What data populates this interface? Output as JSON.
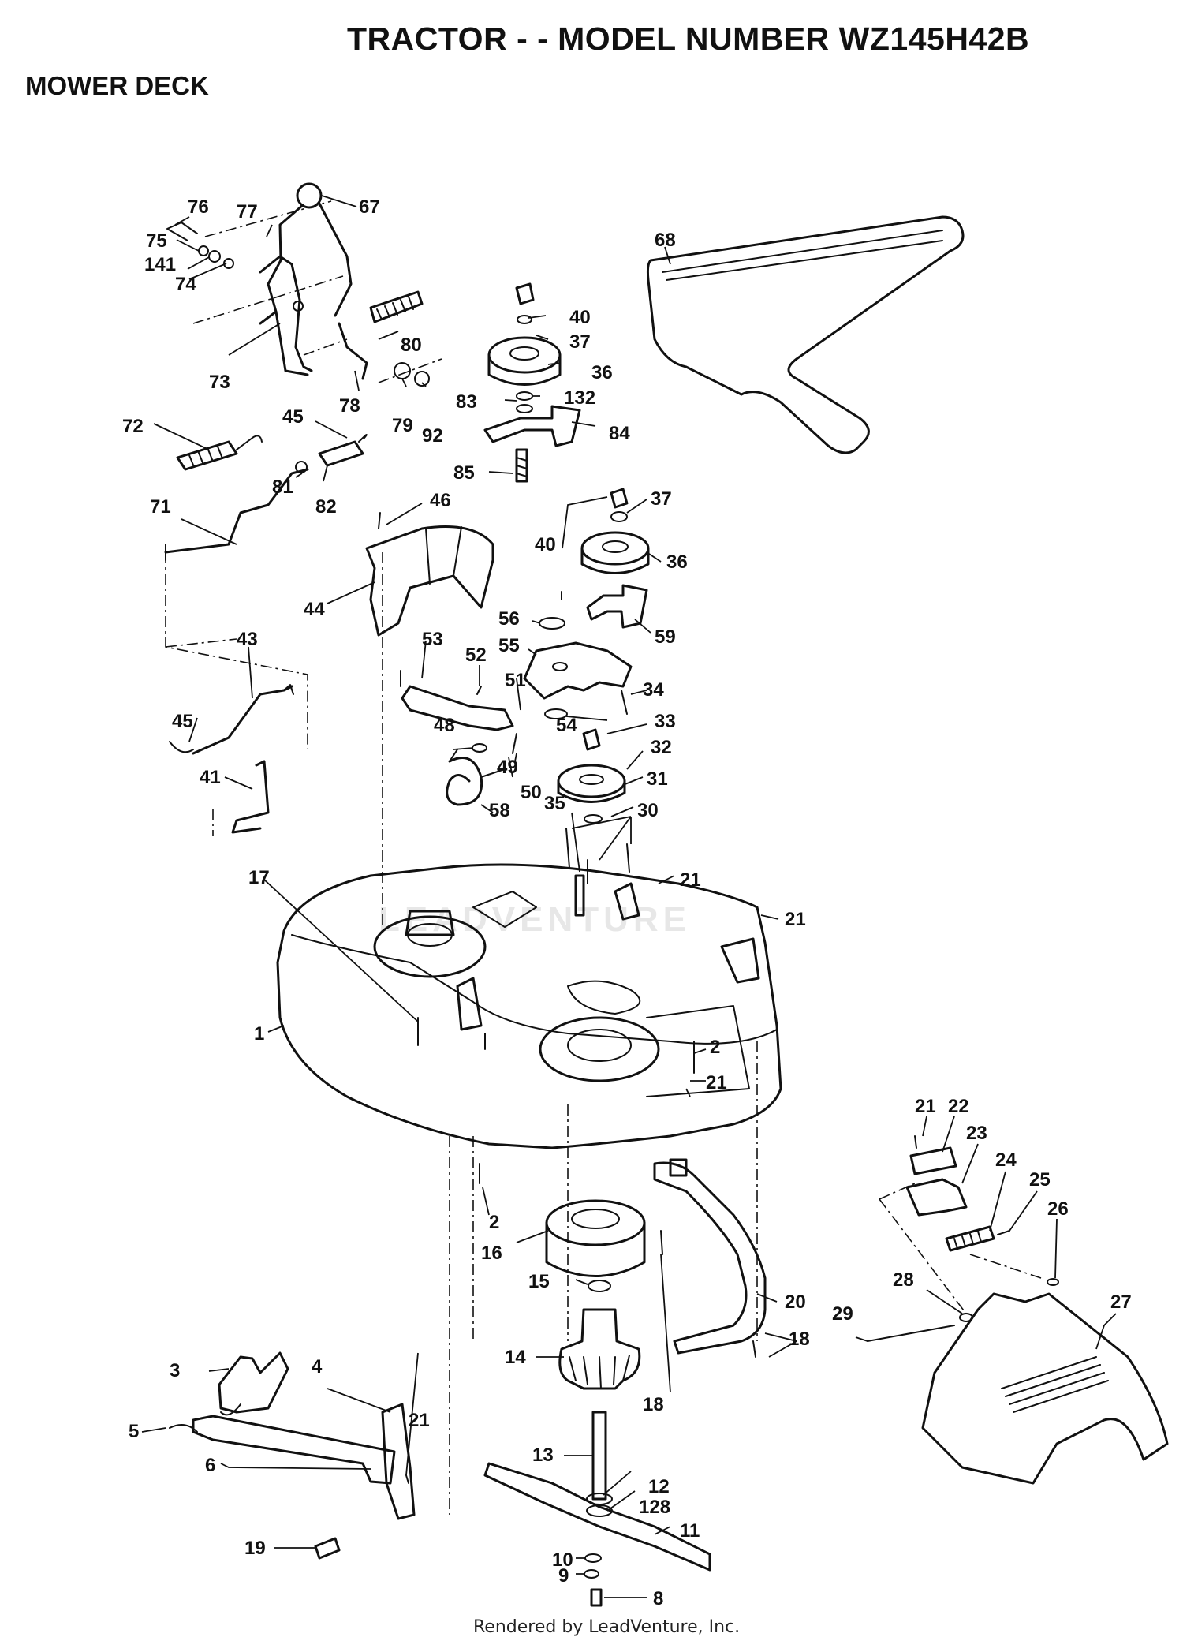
{
  "header": {
    "title": "TRACTOR - - MODEL NUMBER WZ145H42B",
    "subtitle": "MOWER DECK"
  },
  "watermark": "LEADVENTURE",
  "footer": "Rendered by LeadVenture, Inc.",
  "callouts": [
    {
      "id": "c67",
      "text": "67"
    },
    {
      "id": "c76",
      "text": "76"
    },
    {
      "id": "c77",
      "text": "77"
    },
    {
      "id": "c75",
      "text": "75"
    },
    {
      "id": "c141",
      "text": "141"
    },
    {
      "id": "c74",
      "text": "74"
    },
    {
      "id": "c73",
      "text": "73"
    },
    {
      "id": "c80",
      "text": "80"
    },
    {
      "id": "c78",
      "text": "78"
    },
    {
      "id": "c79",
      "text": "79"
    },
    {
      "id": "c92",
      "text": "92"
    },
    {
      "id": "c72",
      "text": "72"
    },
    {
      "id": "c45a",
      "text": "45"
    },
    {
      "id": "c81",
      "text": "81"
    },
    {
      "id": "c82",
      "text": "82"
    },
    {
      "id": "c71",
      "text": "71"
    },
    {
      "id": "c40a",
      "text": "40"
    },
    {
      "id": "c37a",
      "text": "37"
    },
    {
      "id": "c36a",
      "text": "36"
    },
    {
      "id": "c83",
      "text": "83"
    },
    {
      "id": "c132",
      "text": "132"
    },
    {
      "id": "c84",
      "text": "84"
    },
    {
      "id": "c85",
      "text": "85"
    },
    {
      "id": "c68",
      "text": "68"
    },
    {
      "id": "c46",
      "text": "46"
    },
    {
      "id": "c44",
      "text": "44"
    },
    {
      "id": "c37b",
      "text": "37"
    },
    {
      "id": "c40b",
      "text": "40"
    },
    {
      "id": "c36b",
      "text": "36"
    },
    {
      "id": "c56",
      "text": "56"
    },
    {
      "id": "c59",
      "text": "59"
    },
    {
      "id": "c55",
      "text": "55"
    },
    {
      "id": "c43",
      "text": "43"
    },
    {
      "id": "c53",
      "text": "53"
    },
    {
      "id": "c52",
      "text": "52"
    },
    {
      "id": "c51",
      "text": "51"
    },
    {
      "id": "c34",
      "text": "34"
    },
    {
      "id": "c54",
      "text": "54"
    },
    {
      "id": "c45b",
      "text": "45"
    },
    {
      "id": "c48",
      "text": "48"
    },
    {
      "id": "c33",
      "text": "33"
    },
    {
      "id": "c32",
      "text": "32"
    },
    {
      "id": "c49",
      "text": "49"
    },
    {
      "id": "c41",
      "text": "41"
    },
    {
      "id": "c50",
      "text": "50"
    },
    {
      "id": "c31",
      "text": "31"
    },
    {
      "id": "c30",
      "text": "30"
    },
    {
      "id": "c58",
      "text": "58"
    },
    {
      "id": "c35",
      "text": "35"
    },
    {
      "id": "c17",
      "text": "17"
    },
    {
      "id": "c21a",
      "text": "21"
    },
    {
      "id": "c21b",
      "text": "21"
    },
    {
      "id": "c1",
      "text": "1"
    },
    {
      "id": "c2a",
      "text": "2"
    },
    {
      "id": "c21c",
      "text": "21"
    },
    {
      "id": "c21d",
      "text": "21"
    },
    {
      "id": "c22",
      "text": "22"
    },
    {
      "id": "c23",
      "text": "23"
    },
    {
      "id": "c24",
      "text": "24"
    },
    {
      "id": "c25",
      "text": "25"
    },
    {
      "id": "c2b",
      "text": "2"
    },
    {
      "id": "c26",
      "text": "26"
    },
    {
      "id": "c16",
      "text": "16"
    },
    {
      "id": "c27",
      "text": "27"
    },
    {
      "id": "c28",
      "text": "28"
    },
    {
      "id": "c15",
      "text": "15"
    },
    {
      "id": "c20",
      "text": "20"
    },
    {
      "id": "c29",
      "text": "29"
    },
    {
      "id": "c14",
      "text": "14"
    },
    {
      "id": "c18a",
      "text": "18"
    },
    {
      "id": "c3",
      "text": "3"
    },
    {
      "id": "c4",
      "text": "4"
    },
    {
      "id": "c18b",
      "text": "18"
    },
    {
      "id": "c5",
      "text": "5"
    },
    {
      "id": "c21e",
      "text": "21"
    },
    {
      "id": "c6",
      "text": "6"
    },
    {
      "id": "c13",
      "text": "13"
    },
    {
      "id": "c12",
      "text": "12"
    },
    {
      "id": "c128",
      "text": "128"
    },
    {
      "id": "c11",
      "text": "11"
    },
    {
      "id": "c19",
      "text": "19"
    },
    {
      "id": "c10",
      "text": "10"
    },
    {
      "id": "c9",
      "text": "9"
    },
    {
      "id": "c8",
      "text": "8"
    }
  ]
}
